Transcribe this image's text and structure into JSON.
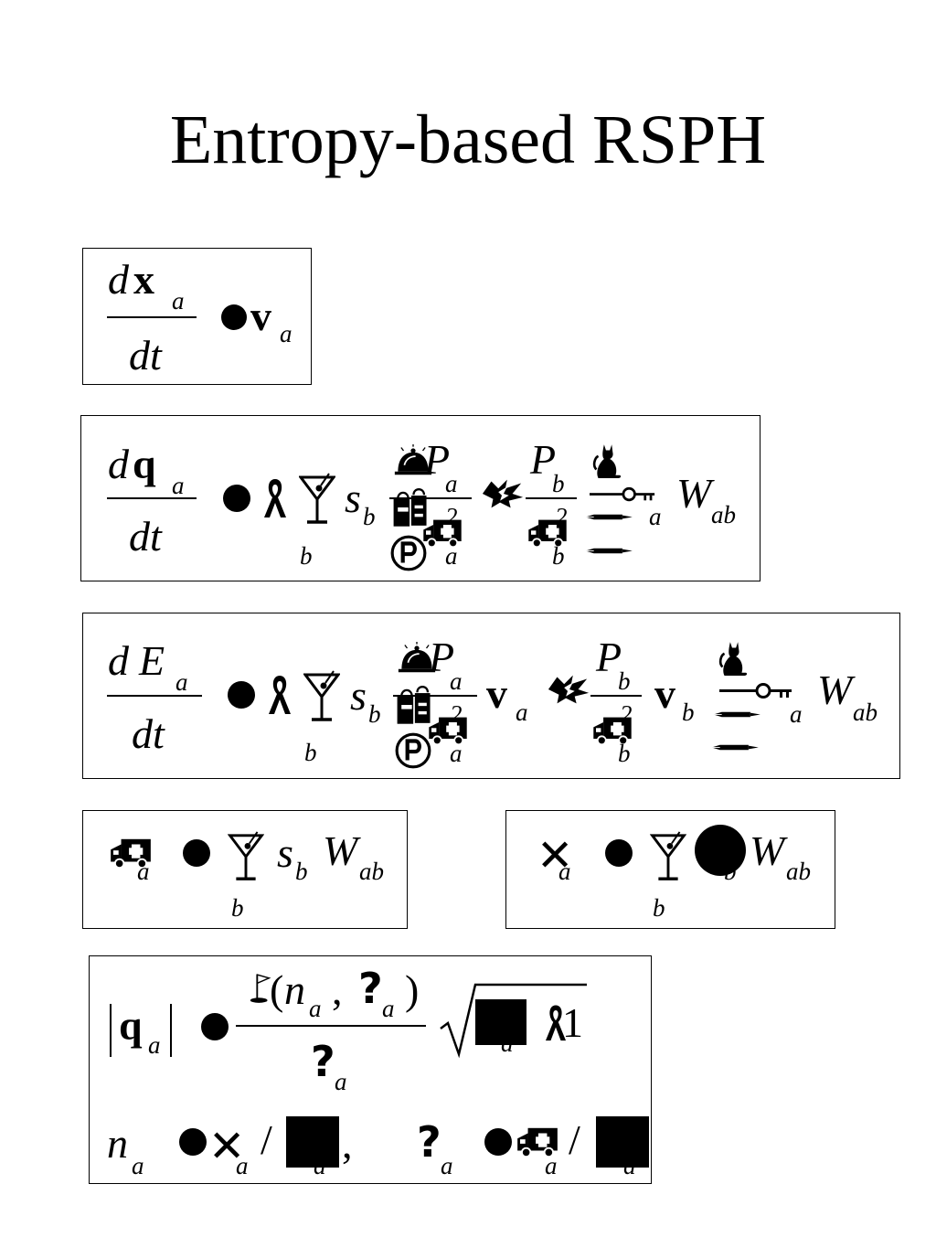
{
  "slide": {
    "title": "Entropy-based RSPH"
  },
  "eq1": {
    "d": "d",
    "x": "x",
    "a": "a",
    "dt": "dt",
    "v": "v",
    "va": "a"
  },
  "eq2": {
    "d": "d",
    "q": "q",
    "a": "a",
    "dt": "dt",
    "b": "b",
    "s": "s",
    "sb": "b",
    "P": "P",
    "Pa": "a",
    "two1": "2",
    "a2": "a",
    "P2": "P",
    "Pb": "b",
    "two2": "2",
    "b2": "b",
    "a3": "a",
    "W": "W",
    "ab": "ab"
  },
  "eq3": {
    "d": "d",
    "E": "E",
    "a": "a",
    "dt": "dt",
    "b": "b",
    "s": "s",
    "sb": "b",
    "P": "P",
    "Pa": "a",
    "two1": "2",
    "a2": "a",
    "v": "v",
    "va": "a",
    "P2": "P",
    "Pb": "b",
    "two2": "2",
    "b2": "b",
    "v2": "v",
    "vb": "b",
    "a3": "a",
    "W": "W",
    "ab": "ab"
  },
  "eq4": {
    "a": "a",
    "s": "s",
    "sb": "b",
    "W": "W",
    "ab": "ab",
    "b": "b"
  },
  "eq5": {
    "a": "a",
    "bsub": "b",
    "W": "W",
    "ab": "ab",
    "b": "b"
  },
  "eq6": {
    "q": "q",
    "qa": "a",
    "lp": "(",
    "n": "n",
    "na": "a",
    "comma": ",",
    "qm": "?",
    "qma": "a",
    "rp": ")",
    "qm2": "?",
    "qm2a": "a",
    "sqa": "a",
    "one": "1",
    "n2": "n",
    "n2a": "a",
    "xa": "a",
    "slash": "/",
    "sq1a": "a",
    "comma2": ",",
    "qm3": "?",
    "qm3a": "a",
    "amba": "a",
    "slash2": "/",
    "sq2a": "a"
  },
  "icons": [
    "ribbon-icon",
    "martini-icon",
    "bell-icon",
    "lightning-icon",
    "shopping-bags-icon",
    "ambulance-icon",
    "parking-icon",
    "cat-icon",
    "key-icon",
    "pen-icon",
    "close-icon",
    "golf-flag-icon",
    "question-icon",
    "square-icon",
    "dot-icon"
  ]
}
